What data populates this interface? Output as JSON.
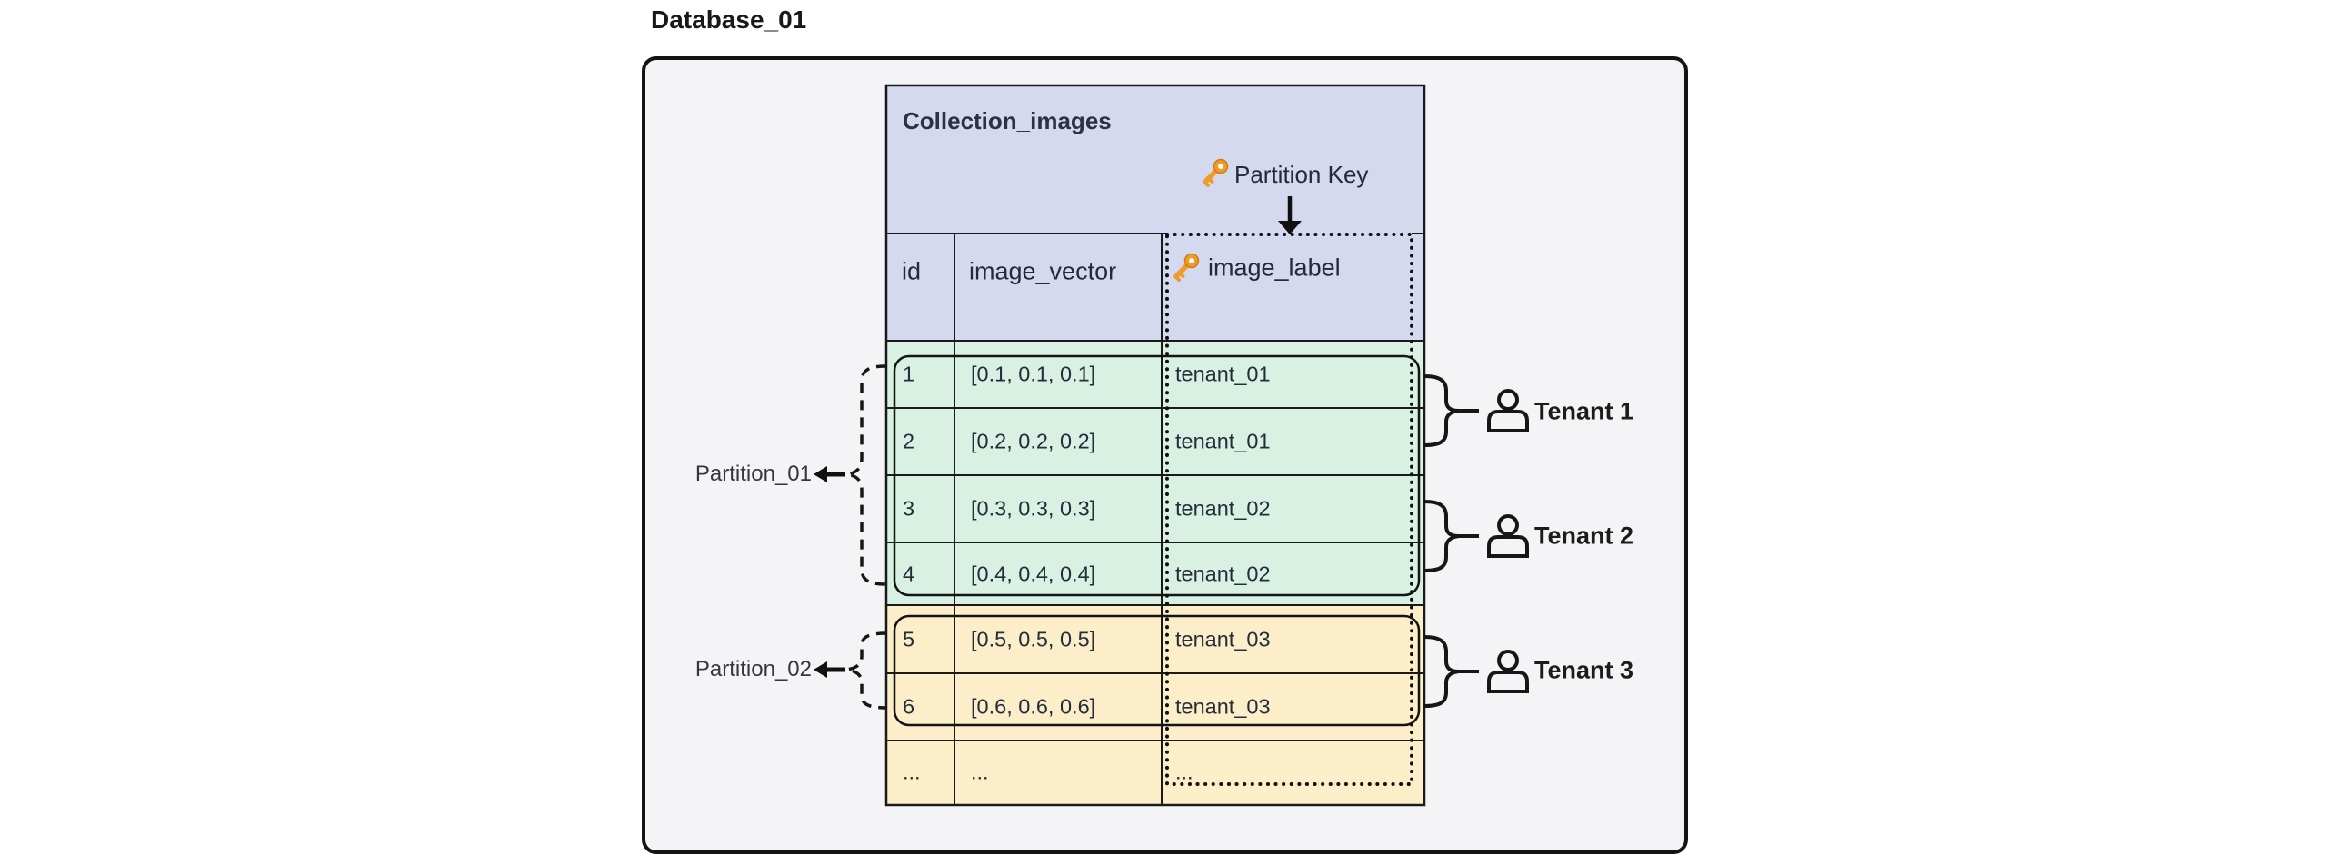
{
  "title": "Database_01",
  "collection": {
    "name": "Collection_images",
    "partition_key_label": "Partition Key",
    "columns": [
      "id",
      "image_vector",
      "image_label"
    ],
    "rows": [
      {
        "id": "1",
        "vector": "[0.1, 0.1, 0.1]",
        "label": "tenant_01"
      },
      {
        "id": "2",
        "vector": "[0.2, 0.2, 0.2]",
        "label": "tenant_01"
      },
      {
        "id": "3",
        "vector": "[0.3, 0.3, 0.3]",
        "label": "tenant_02"
      },
      {
        "id": "4",
        "vector": "[0.4, 0.4, 0.4]",
        "label": "tenant_02"
      },
      {
        "id": "5",
        "vector": "[0.5, 0.5, 0.5]",
        "label": "tenant_03"
      },
      {
        "id": "6",
        "vector": "[0.6, 0.6, 0.6]",
        "label": "tenant_03"
      },
      {
        "id": "...",
        "vector": "...",
        "label": "..."
      }
    ]
  },
  "partitions": [
    {
      "label": "Partition_01"
    },
    {
      "label": "Partition_02"
    }
  ],
  "tenants": [
    {
      "label": "Tenant 1"
    },
    {
      "label": "Tenant 2"
    },
    {
      "label": "Tenant 3"
    }
  ],
  "icons": {
    "partition_key": "key-icon",
    "tenant": "person-icon",
    "partition_pointer": "left-arrow-icon",
    "partition_key_pointer": "down-arrow-icon"
  },
  "colors": {
    "header_fill": "#d5d9f0",
    "partition1_fill": "#d9f1e2",
    "partition2_fill": "#fbeec9",
    "container_fill": "#f4f4f6",
    "stroke": "#1a1a1a",
    "key_orange": "#f09a28"
  }
}
